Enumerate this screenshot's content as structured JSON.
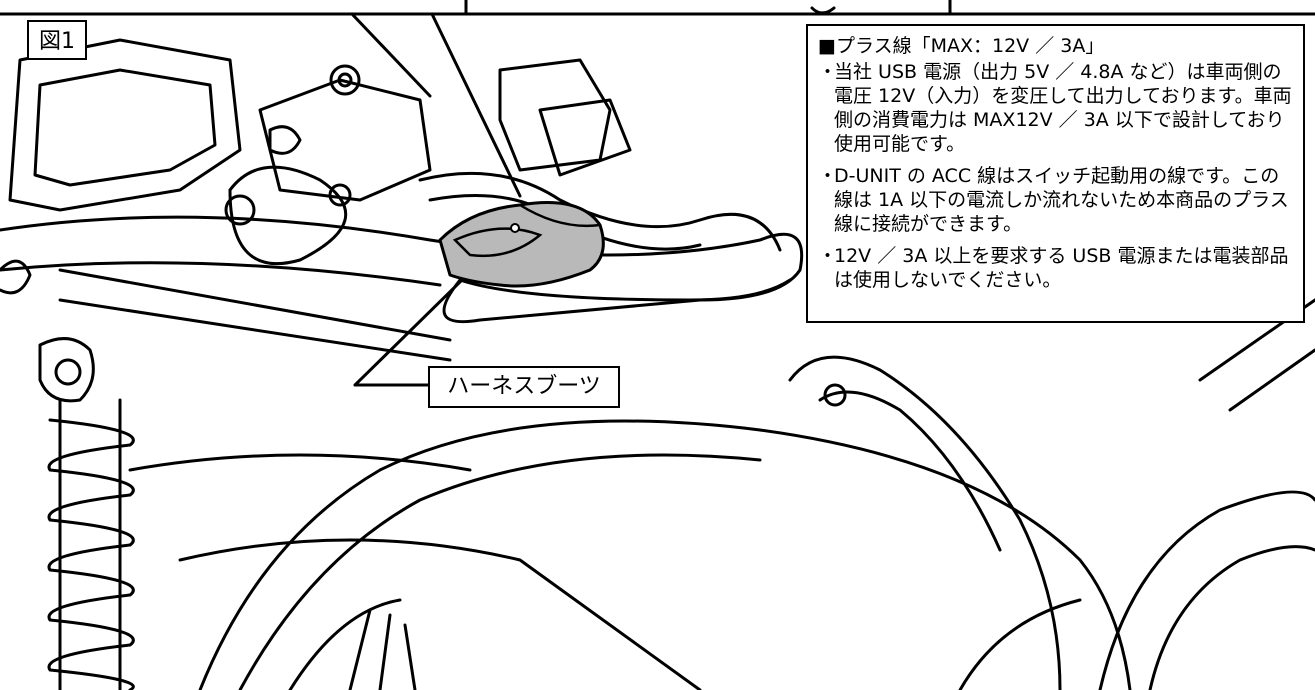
{
  "figure": {
    "label": "図1"
  },
  "notes": {
    "title": "■プラス線「MAX：12V ／ 3A」",
    "items": [
      "当社 USB 電源（出力 5V ／ 4.8A など）は車両側の電圧 12V（入力）を変圧して出力しております。車両側の消費電力は MAX12V ／ 3A 以下で設計しており使用可能です。",
      "D-UNIT の ACC 線はスイッチ起動用の線です。この線は 1A 以下の電流しか流れないため本商品のプラス線に接続ができます。",
      "12V ／ 3A 以上を要求する USB 電源または電装部品は使用しないでください。"
    ]
  },
  "callout": {
    "label": "ハーネスブーツ"
  },
  "colors": {
    "line": "#000000",
    "boot_fill": "#b9b9b9",
    "background": "#ffffff"
  }
}
